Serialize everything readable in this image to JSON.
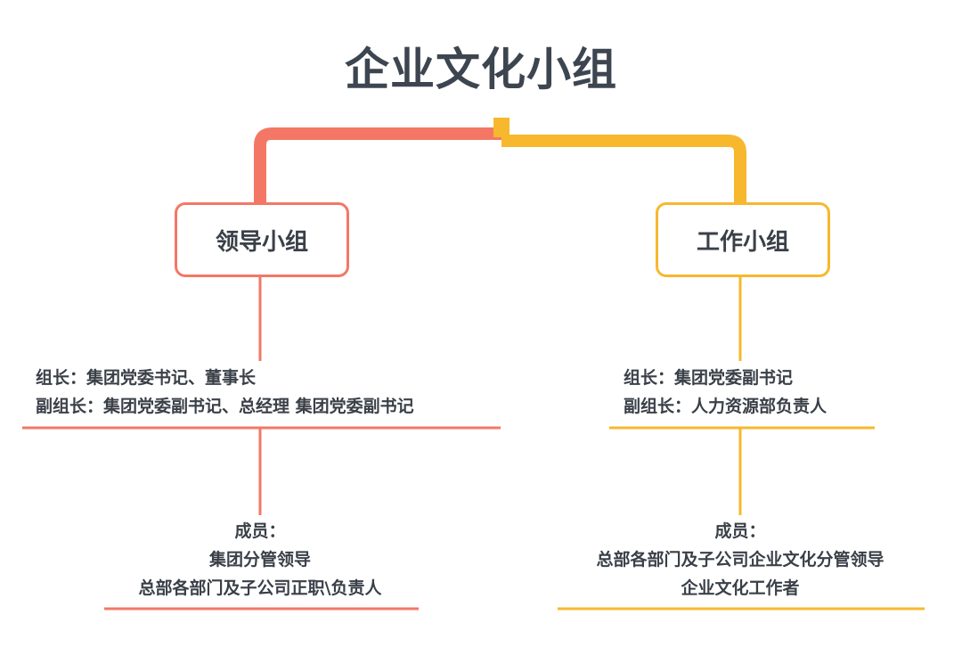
{
  "title": "企业文化小组",
  "colors": {
    "left": "#f47766",
    "right": "#f7b82e"
  },
  "left": {
    "box_label": "领导小组",
    "leaders": [
      "组长：集团党委书记、董事长",
      "副组长：集团党委副书记、总经理  集团党委副书记"
    ],
    "members": [
      "成员：",
      "集团分管领导",
      "总部各部门及子公司正职\\负责人"
    ]
  },
  "right": {
    "box_label": "工作小组",
    "leaders": [
      "组长：集团党委副书记",
      "副组长：人力资源部负责人"
    ],
    "members": [
      "成员：",
      "总部各部门及子公司企业文化分管领导",
      "企业文化工作者"
    ]
  }
}
